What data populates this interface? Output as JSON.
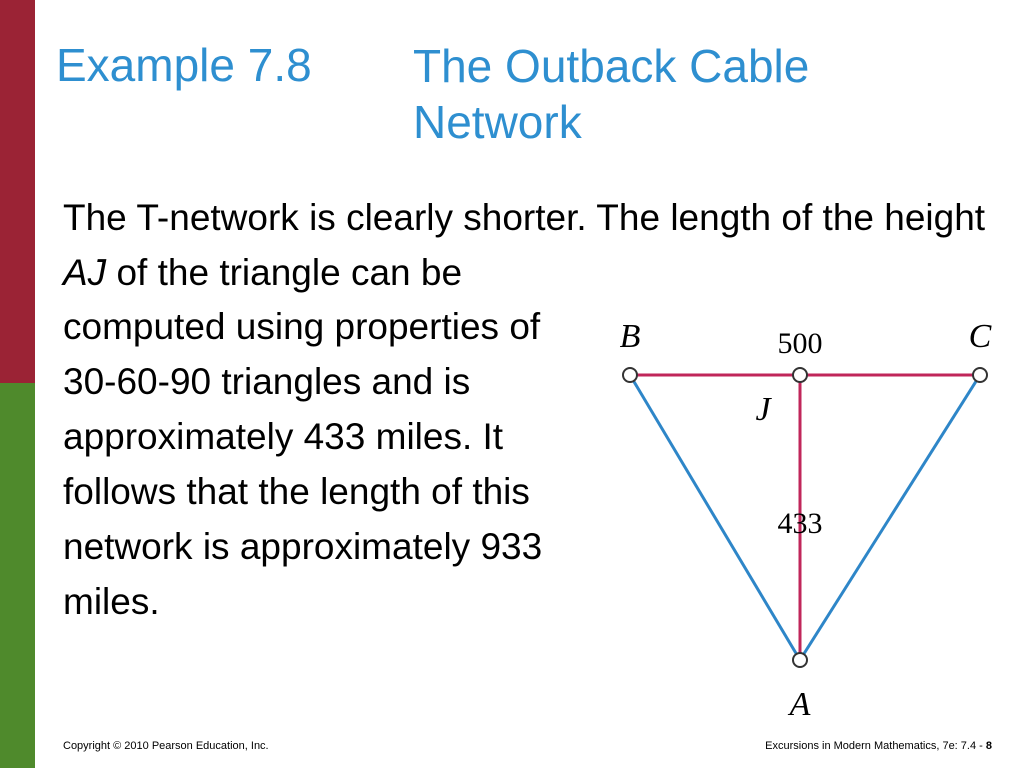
{
  "slide": {
    "title_number": "Example 7.8",
    "title_text": "The Outback Cable Network",
    "body_lead_pre": "The T-network is clearly shorter. The length of the height ",
    "body_lead_italic": "AJ",
    "body_lead_post": " of the triangle can be",
    "body_column": "computed using properties of 30-60-90 triangles and is approximately 433 miles. It follows that the length of this network is approximately 933 miles."
  },
  "diagram": {
    "label_b": "B",
    "label_c": "C",
    "label_j": "J",
    "label_a": "A",
    "length_bc": "500",
    "length_aj": "433",
    "colors": {
      "triangle_edge": "#2e86c8",
      "t_network": "#c0265a",
      "node_fill": "#ffffff",
      "node_stroke": "#333333"
    }
  },
  "footer": {
    "copyright": "Copyright © 2010 Pearson Education, Inc.",
    "book": "Excursions in Modern Mathematics, 7e: 7.4 - ",
    "page": "8"
  }
}
